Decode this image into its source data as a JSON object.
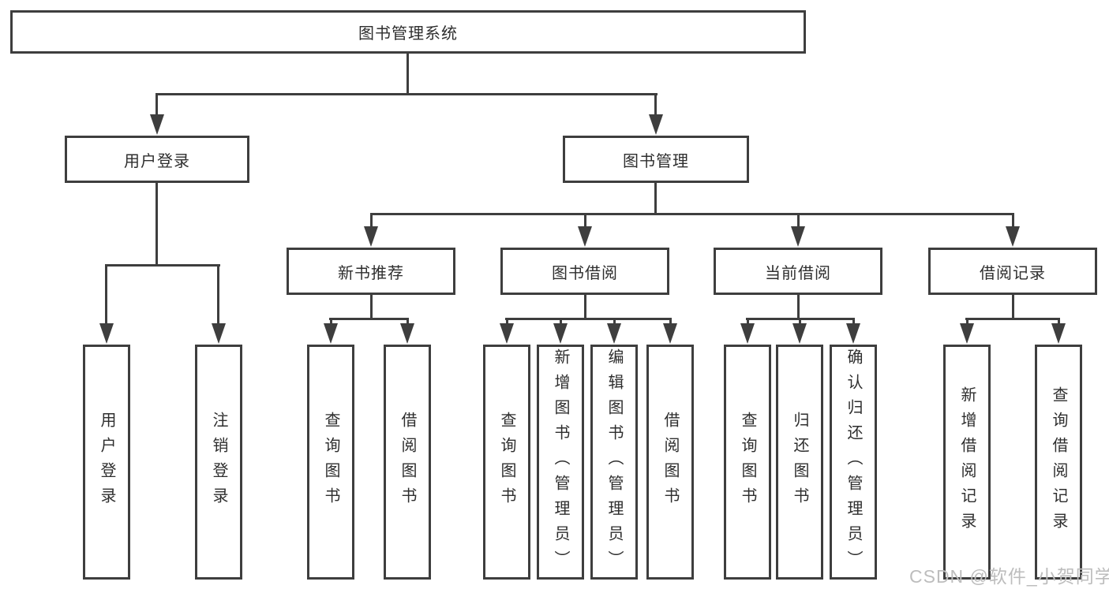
{
  "diagram": {
    "type": "hierarchy-tree",
    "orientation": "top-down",
    "line_color": "#3e3e3e",
    "text_color": "#2e2e2e",
    "background": "#ffffff"
  },
  "tree": {
    "root": "图书管理系统",
    "children": [
      {
        "label": "用户登录",
        "children": [
          "用户登录",
          "注销登录"
        ]
      },
      {
        "label": "图书管理",
        "children": [
          {
            "label": "新书推荐",
            "children": [
              "查询图书",
              "借阅图书"
            ]
          },
          {
            "label": "图书借阅",
            "children": [
              "查询图书",
              "新增图书（管理员）",
              "编辑图书（管理员）",
              "借阅图书"
            ]
          },
          {
            "label": "当前借阅",
            "children": [
              "查询图书",
              "归还图书",
              "确认归还（管理员）"
            ]
          },
          {
            "label": "借阅记录",
            "children": [
              "新增借阅记录",
              "查询借阅记录"
            ]
          }
        ]
      }
    ]
  },
  "watermark": {
    "text": "CSDN @软件_小贺同学",
    "color": "#bdbdbd"
  }
}
